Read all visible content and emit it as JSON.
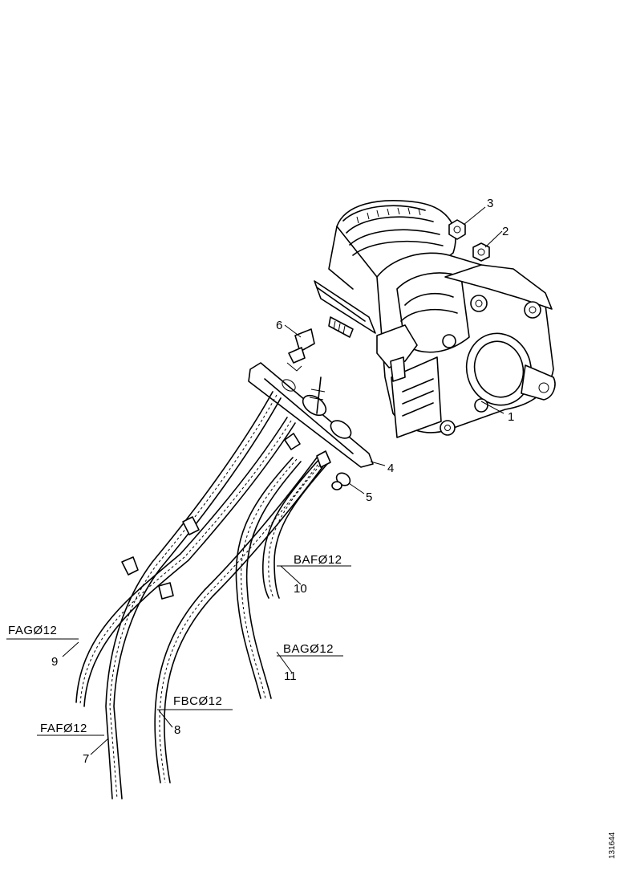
{
  "callouts": {
    "n1": "1",
    "n2": "2",
    "n3": "3",
    "n4": "4",
    "n5": "5",
    "n6": "6",
    "n7": "7",
    "n8": "8",
    "n9": "9",
    "n10": "10",
    "n11": "11"
  },
  "pipe_codes": {
    "baf": "BAFØ12",
    "bag": "BAGØ12",
    "fag": "FAGØ12",
    "fbc": "FBCØ12",
    "faf": "FAFØ12"
  },
  "document_id": "131644"
}
